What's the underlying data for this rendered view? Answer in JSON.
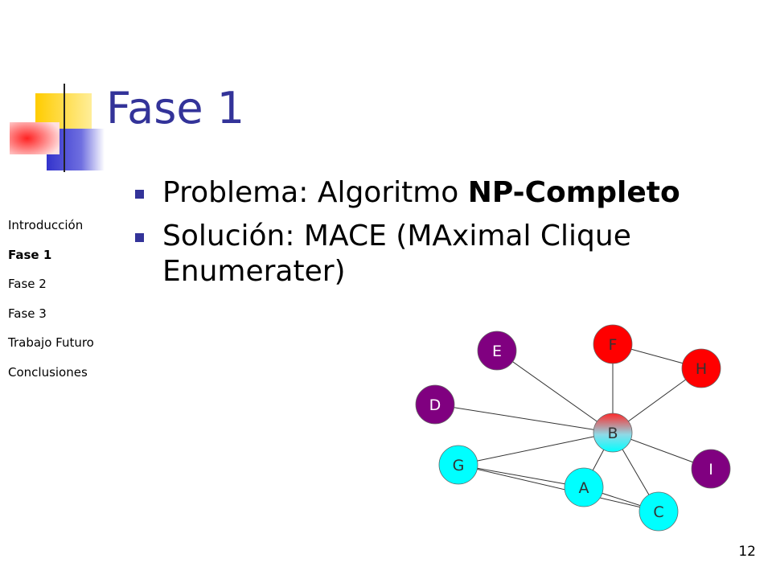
{
  "slide": {
    "title": "Fase 1",
    "page_number": "12"
  },
  "bullets": [
    {
      "prefix": "Problema: Algoritmo ",
      "bold": "NP-Completo",
      "suffix": ""
    },
    {
      "prefix": "Solución: MACE (MAximal Clique Enumerater)",
      "bold": "",
      "suffix": ""
    }
  ],
  "side_nav": [
    {
      "label": "Introducción",
      "active": false
    },
    {
      "label": "Fase 1",
      "active": true
    },
    {
      "label": "Fase 2",
      "active": false
    },
    {
      "label": "Fase 3",
      "active": false
    },
    {
      "label": "Trabajo Futuro",
      "active": false
    },
    {
      "label": "Conclusiones",
      "active": false
    }
  ],
  "colors": {
    "title": "#333399",
    "bullet": "#333399",
    "node_purple": "#800080",
    "node_red": "#ff0000",
    "node_cyan": "#00ffff",
    "edge": "#333333",
    "deco_yellow": "#ffcc00",
    "deco_blue": "#3333cc",
    "deco_red": "#ff3333"
  },
  "graph": {
    "nodes": [
      {
        "id": "E",
        "label": "E",
        "fill": "purple"
      },
      {
        "id": "F",
        "label": "F",
        "fill": "red"
      },
      {
        "id": "H",
        "label": "H",
        "fill": "red"
      },
      {
        "id": "D",
        "label": "D",
        "fill": "purple"
      },
      {
        "id": "B",
        "label": "B",
        "fill": "red-cyan"
      },
      {
        "id": "G",
        "label": "G",
        "fill": "cyan"
      },
      {
        "id": "I",
        "label": "I",
        "fill": "purple"
      },
      {
        "id": "A",
        "label": "A",
        "fill": "cyan"
      },
      {
        "id": "C",
        "label": "C",
        "fill": "cyan"
      }
    ],
    "edges": [
      [
        "E",
        "B"
      ],
      [
        "F",
        "B"
      ],
      [
        "F",
        "H"
      ],
      [
        "H",
        "B"
      ],
      [
        "D",
        "B"
      ],
      [
        "B",
        "I"
      ],
      [
        "B",
        "G"
      ],
      [
        "B",
        "A"
      ],
      [
        "B",
        "C"
      ],
      [
        "G",
        "A"
      ],
      [
        "G",
        "C"
      ],
      [
        "A",
        "C"
      ]
    ]
  }
}
